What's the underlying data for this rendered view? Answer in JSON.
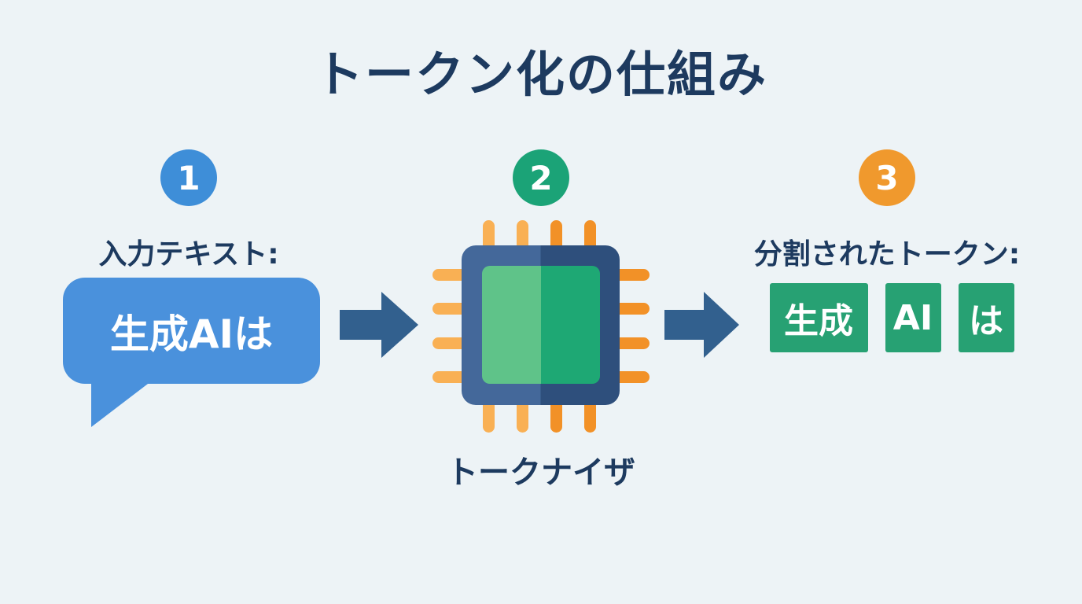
{
  "title": "トークン化の仕組み",
  "steps": {
    "input": {
      "number": "1",
      "label": "入力テキスト:",
      "bubble_text": "生成AIは"
    },
    "tokenizer": {
      "number": "2",
      "label": "トークナイザ"
    },
    "output": {
      "number": "3",
      "label": "分割されたトークン:",
      "tokens": [
        "生成",
        "AI",
        "は"
      ]
    }
  },
  "colors": {
    "background": "#edf3f6",
    "heading_text": "#1d3a5f",
    "step1_badge": "#3e8ed8",
    "step2_badge": "#1ba377",
    "step3_badge": "#f0992d",
    "speech_bubble": "#4a91dc",
    "arrow": "#32608e",
    "token_box": "#27a173",
    "chip_body_left": "#44689a",
    "chip_body_right": "#2e4f7c",
    "chip_core_left": "#5fc389",
    "chip_core_right": "#1ea874",
    "pin_light": "#f9b054",
    "pin_dark": "#f29127"
  }
}
